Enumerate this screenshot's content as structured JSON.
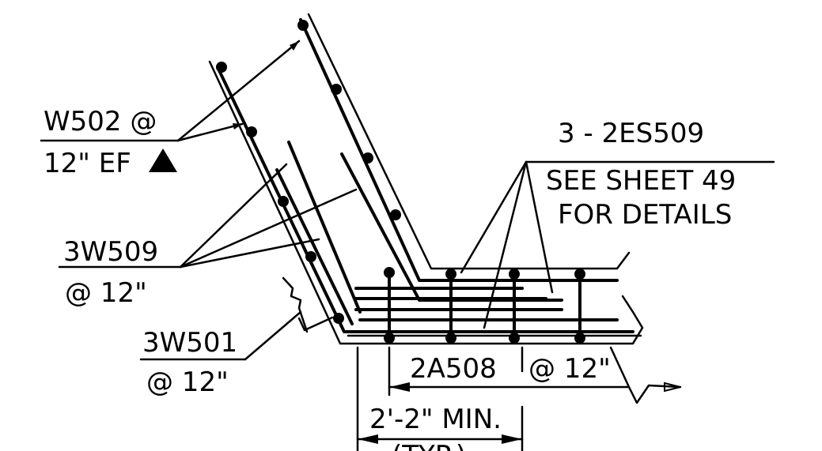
{
  "labels": {
    "w502_line1": "W502 @",
    "w502_line2": "12\" EF",
    "es509_line1": "3 - 2ES509",
    "es509_line2": "SEE SHEET 49",
    "es509_line3": "FOR DETAILS",
    "w509_line1": "3W509",
    "w509_line2": "@ 12\"",
    "w501_line1": "3W501",
    "w501_line2": "@ 12\"",
    "a508": "2A508",
    "a508_spacing": "@ 12\"",
    "min_length": "2'-2\" MIN.",
    "typ": "(TYP.)"
  }
}
